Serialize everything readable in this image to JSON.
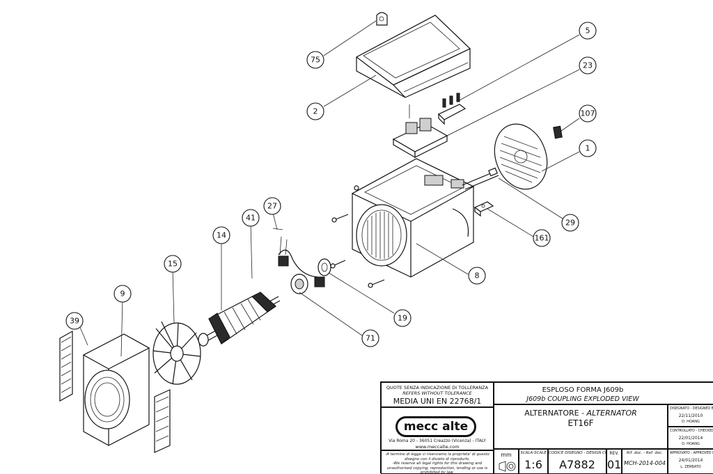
{
  "balloons": [
    {
      "id": "b75",
      "label": "75"
    },
    {
      "id": "b2",
      "label": "2"
    },
    {
      "id": "b5",
      "label": "5"
    },
    {
      "id": "b23",
      "label": "23"
    },
    {
      "id": "b107",
      "label": "107"
    },
    {
      "id": "b1",
      "label": "1"
    },
    {
      "id": "b29",
      "label": "29"
    },
    {
      "id": "b161",
      "label": "161"
    },
    {
      "id": "b8",
      "label": "8"
    },
    {
      "id": "b19",
      "label": "19"
    },
    {
      "id": "b71",
      "label": "71"
    },
    {
      "id": "b27",
      "label": "27"
    },
    {
      "id": "b41",
      "label": "41"
    },
    {
      "id": "b14",
      "label": "14"
    },
    {
      "id": "b15",
      "label": "15"
    },
    {
      "id": "b9",
      "label": "9"
    },
    {
      "id": "b39",
      "label": "39"
    }
  ],
  "title_block": {
    "tolerance_it": "QUOTE SENZA INDICAZIONE DI TOLLERANZA",
    "tolerance_en": "REFERS WITHOUT TOLERANCE",
    "tolerance_std": "MEDIA UNI EN 22768/1",
    "logo": "mecc alte",
    "address": "Via Roma 20 - 36051 Creazzo (Vicenza) - ITALY",
    "website": "www.meccalte.com",
    "copyright_it": "-A termine di legge ci riserviamo la proprieta' di questo disegno con il divieto di riprodurlo.",
    "copyright_en": "-We reserve all legal rights for this drawing and unauthorised copying, reproduction, lending or use is prohibited by law.",
    "drawing_title_it": "ESPLOSO FORMA J609b",
    "drawing_title_en": "J609b COUPLING EXPLODED VIEW",
    "part_name_it": "ALTERNATORE",
    "part_name_sep": " - ",
    "part_name_en": "ALTERNATOR",
    "model": "ET16F",
    "unit": "mm",
    "scale_label": "SCALA-SCALE",
    "scale": "1:6",
    "code_label": "CODICE DISEGNO - DESIGN CODE",
    "code": "A7882",
    "rev_label": "REV.",
    "rev": "01",
    "ref_label": "Rif. doc. - Ref. doc.",
    "ref": "MCH-2014-004",
    "designed_label": "DISEGNATO - DESIGNED BY",
    "designed_date": "22/11/2010",
    "designed_by": "D. HOANG",
    "checked_label": "CONTROLLATO - CHECKED BY",
    "checked_date": "22/01/2014",
    "checked_by": "D. HOANG",
    "approved_label": "APPROVATO - APPROVED BY",
    "approved_date": "24/01/2014",
    "approved_by": "L. ZERBATO"
  }
}
